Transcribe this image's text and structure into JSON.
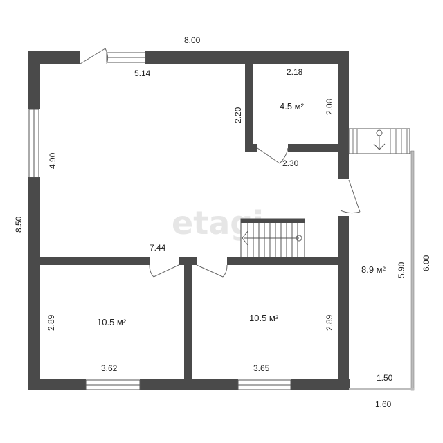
{
  "watermark": "etagi",
  "dimensions": {
    "top_total": "8.00",
    "top_inner": "5.14",
    "left_total": "8.50",
    "living_height": "4.90",
    "hall_width": "7.44",
    "bath_width": "2.18",
    "bath_height_left": "2.20",
    "bath_height_right": "2.08",
    "bath_door_run": "2.30",
    "bed1_height": "2.89",
    "bed1_width": "3.62",
    "bed2_height": "2.89",
    "bed2_width": "3.65",
    "terrace_inner_height": "5.90",
    "terrace_outer_height": "6.00",
    "terrace_inner_width": "1.50",
    "terrace_outer_width": "1.60"
  },
  "rooms": {
    "bathroom_area": "4.5 м²",
    "bedroom_left_area": "10.5 м²",
    "bedroom_right_area": "10.5 м²",
    "terrace_area": "8.9 м²"
  }
}
